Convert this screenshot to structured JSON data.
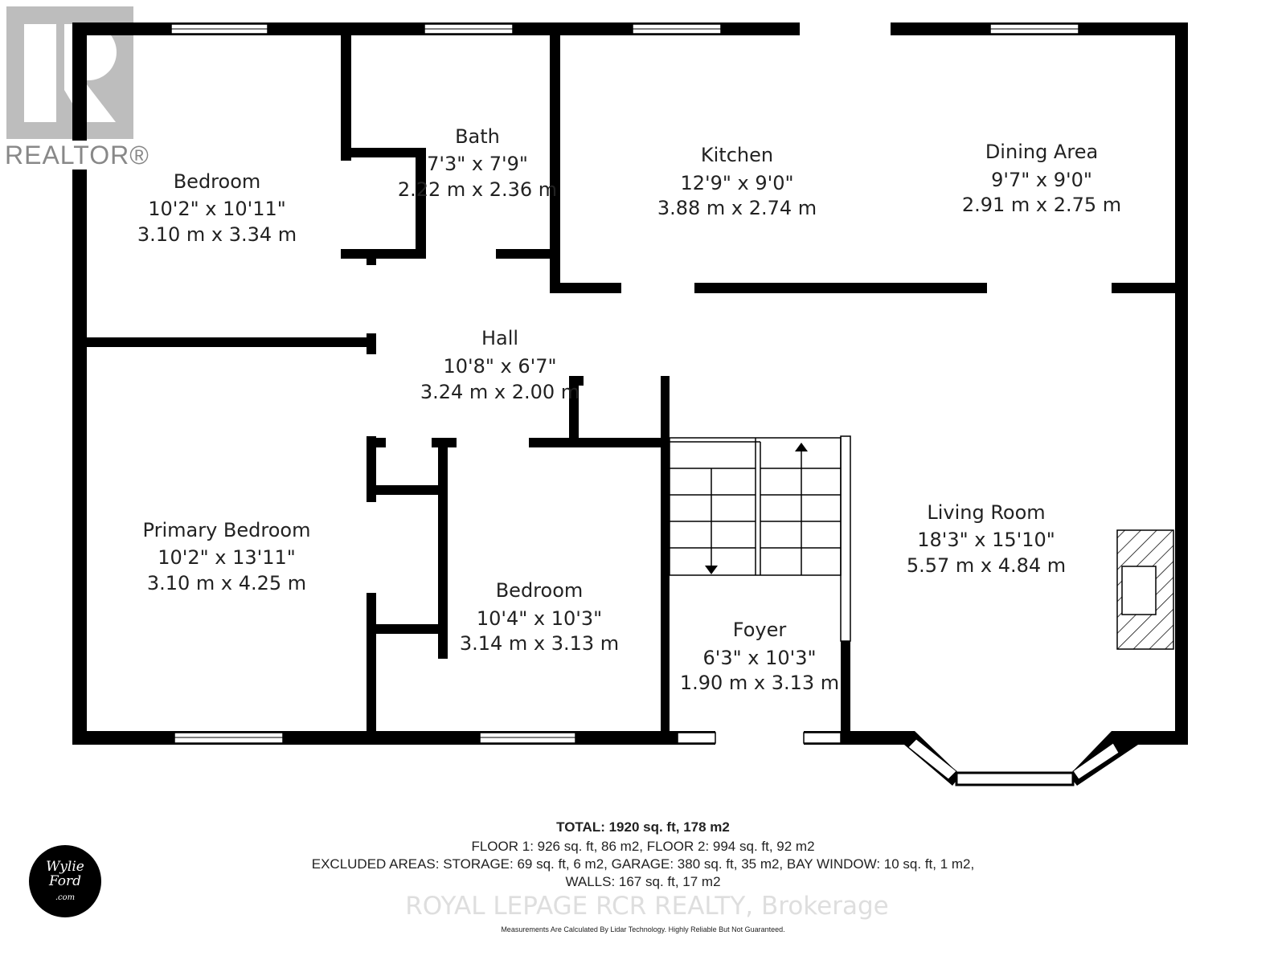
{
  "rooms": {
    "bedroom1": {
      "name": "Bedroom",
      "imperial": "10'2\" x 10'11\"",
      "metric": "3.10 m x 3.34 m"
    },
    "bath": {
      "name": "Bath",
      "imperial": "7'3\" x 7'9\"",
      "metric": "2.22 m x 2.36 m"
    },
    "kitchen": {
      "name": "Kitchen",
      "imperial": "12'9\" x 9'0\"",
      "metric": "3.88 m x 2.74 m"
    },
    "dining": {
      "name": "Dining Area",
      "imperial": "9'7\" x 9'0\"",
      "metric": "2.91 m x 2.75 m"
    },
    "hall": {
      "name": "Hall",
      "imperial": "10'8\" x 6'7\"",
      "metric": "3.24 m x 2.00 m"
    },
    "primary": {
      "name": "Primary Bedroom",
      "imperial": "10'2\" x 13'11\"",
      "metric": "3.10 m x 4.25 m"
    },
    "bedroom2": {
      "name": "Bedroom",
      "imperial": "10'4\" x 10'3\"",
      "metric": "3.14 m x 3.13 m"
    },
    "living": {
      "name": "Living Room",
      "imperial": "18'3\" x 15'10\"",
      "metric": "5.57 m x 4.84 m"
    },
    "foyer": {
      "name": "Foyer",
      "imperial": "6'3\" x 10'3\"",
      "metric": "1.90 m x 3.13 m"
    }
  },
  "summary": {
    "total": "TOTAL: 1920 sq. ft, 178 m2",
    "floors": "FLOOR 1: 926 sq. ft, 86 m2, FLOOR 2: 994 sq. ft, 92 m2",
    "excluded": "EXCLUDED AREAS: STORAGE: 69 sq. ft, 6 m2, GARAGE: 380 sq. ft, 35 m2, BAY WINDOW: 10 sq. ft, 1 m2,",
    "walls": "WALLS: 167 sq. ft, 17 m2",
    "disclaimer": "Measurements Are Calculated By Lidar Technology. Highly Reliable But Not Guaranteed."
  },
  "watermarks": {
    "realtor": "REALTOR®",
    "brokerage": "ROYAL LEPAGE RCR REALTY, Brokerage",
    "logo": "Wylie Ford .com"
  }
}
